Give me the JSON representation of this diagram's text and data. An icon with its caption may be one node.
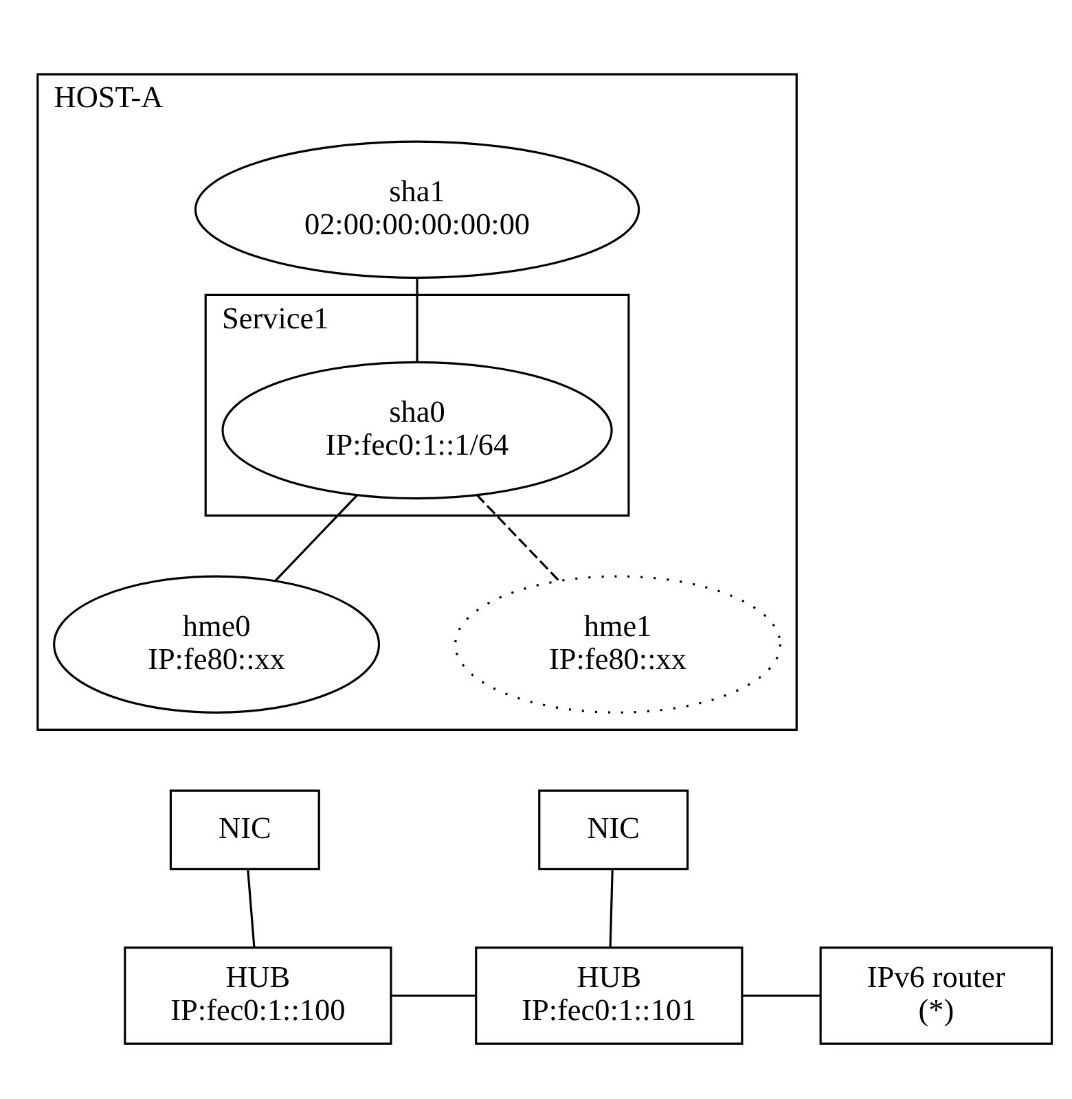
{
  "diagram": {
    "nodes": [
      {
        "text": [
          "HOST-A"
        ]
      },
      {
        "text": [
          "sha1",
          "02:00:00:00:00:00"
        ],
        "in": 0
      },
      {
        "text": [
          "Service1"
        ],
        "in": 0
      },
      {
        "text": [
          "sha0",
          "IP:fec0:1::1/64"
        ],
        "in": 2
      },
      {
        "text": [
          "hme0",
          "IP:fe80::xx"
        ],
        "in": 0
      },
      {
        "text": [
          "hme1",
          "IP:fe80::xx"
        ],
        "in": 0
      },
      {
        "text": [
          "NIC"
        ]
      },
      {
        "text": [
          "NIC"
        ]
      },
      {
        "text": [
          "HUB",
          "IP:fec0:1::100"
        ]
      },
      {
        "text": [
          "HUB",
          "IP:fec0:1::101"
        ]
      },
      {
        "text": [
          "IPv6 router",
          "(*)"
        ]
      }
    ],
    "edges": [
      {
        "from": 1,
        "to": 3,
        "arrow": "none"
      },
      {
        "from": 3,
        "to": 4,
        "arrow": "none"
      },
      {
        "from": 3,
        "to": 5,
        "arrow": "none",
        "style": "dashed"
      },
      {
        "from": 6,
        "to": 8,
        "arrow": "none"
      },
      {
        "from": 7,
        "to": 9,
        "arrow": "none"
      },
      {
        "from": 8,
        "to": 9,
        "arrow": "none"
      },
      {
        "from": 9,
        "to": 10,
        "arrow": "none"
      }
    ]
  }
}
